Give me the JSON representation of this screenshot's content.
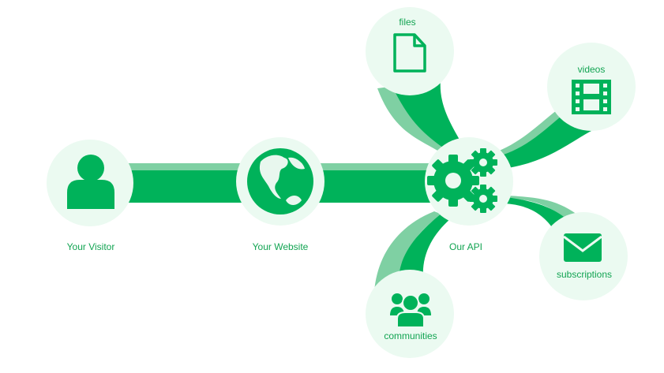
{
  "colors": {
    "primary": "#00b25a",
    "light_band": "#7fd0a3",
    "circle_bg": "#ebfaf1",
    "label": "#12a452",
    "globe_land": "#e8f7ee"
  },
  "nodes": {
    "visitor": {
      "label": "Your Visitor",
      "icon": "user-icon"
    },
    "website": {
      "label": "Your Website",
      "icon": "globe-icon"
    },
    "api": {
      "label": "Our API",
      "icon": "gears-icon"
    },
    "files": {
      "label": "files",
      "icon": "file-icon"
    },
    "videos": {
      "label": "videos",
      "icon": "film-icon"
    },
    "subscriptions": {
      "label": "subscriptions",
      "icon": "envelope-icon"
    },
    "communities": {
      "label": "communities",
      "icon": "group-icon"
    }
  }
}
